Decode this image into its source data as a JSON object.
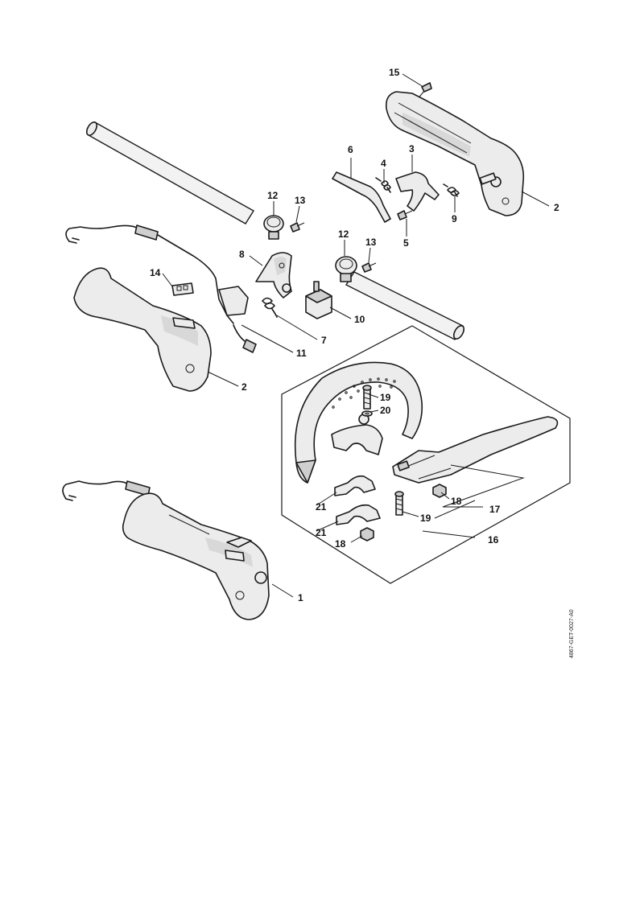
{
  "callouts": [
    {
      "id": "c15",
      "text": "15"
    },
    {
      "id": "c6",
      "text": "6"
    },
    {
      "id": "c4",
      "text": "4"
    },
    {
      "id": "c3",
      "text": "3"
    },
    {
      "id": "c2a",
      "text": "2"
    },
    {
      "id": "c9",
      "text": "9"
    },
    {
      "id": "c5",
      "text": "5"
    },
    {
      "id": "c12a",
      "text": "12"
    },
    {
      "id": "c13a",
      "text": "13"
    },
    {
      "id": "c12b",
      "text": "12"
    },
    {
      "id": "c13b",
      "text": "13"
    },
    {
      "id": "c8",
      "text": "8"
    },
    {
      "id": "c14",
      "text": "14"
    },
    {
      "id": "c10",
      "text": "10"
    },
    {
      "id": "c7",
      "text": "7"
    },
    {
      "id": "c11",
      "text": "11"
    },
    {
      "id": "c2b",
      "text": "2"
    },
    {
      "id": "c19a",
      "text": "19"
    },
    {
      "id": "c20",
      "text": "20"
    },
    {
      "id": "c18a",
      "text": "18"
    },
    {
      "id": "c17",
      "text": "17"
    },
    {
      "id": "c21a",
      "text": "21"
    },
    {
      "id": "c19b",
      "text": "19"
    },
    {
      "id": "c21b",
      "text": "21"
    },
    {
      "id": "c16",
      "text": "16"
    },
    {
      "id": "c18b",
      "text": "18"
    },
    {
      "id": "c1",
      "text": "1"
    }
  ],
  "document_reference": "4867-GET-0027-A0"
}
